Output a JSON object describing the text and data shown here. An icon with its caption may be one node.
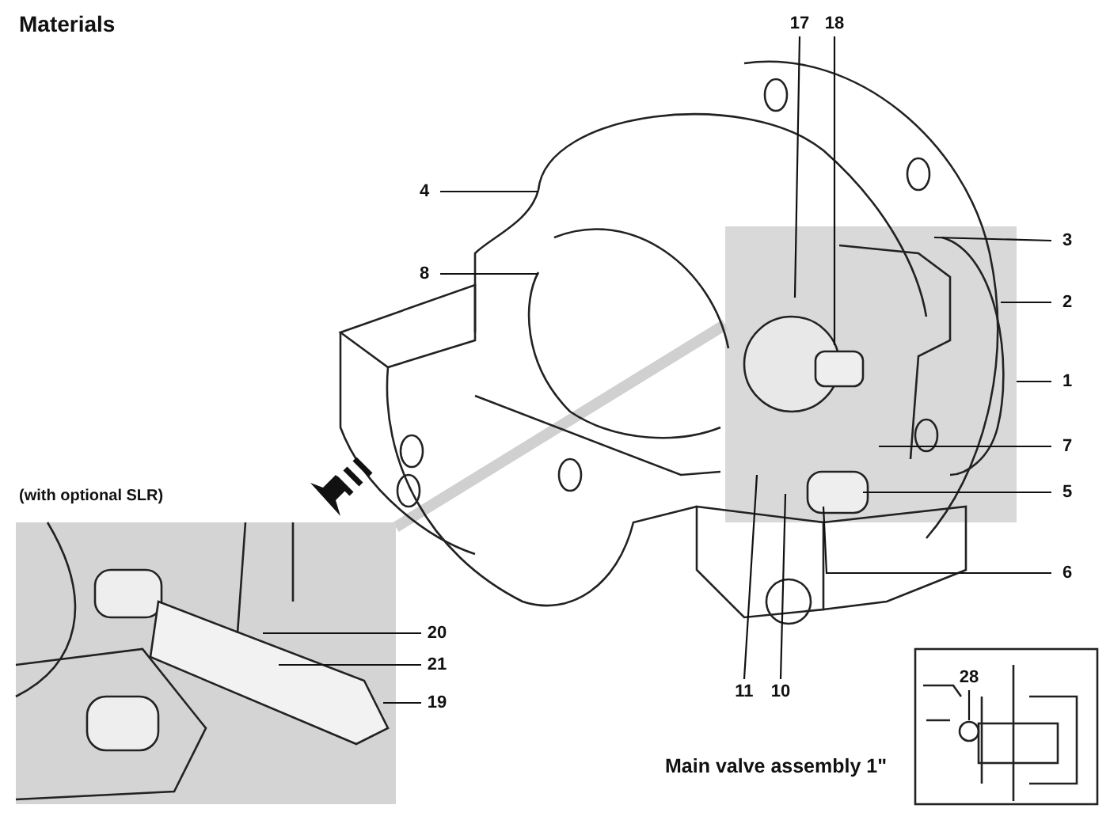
{
  "diagram": {
    "title": "Materials",
    "nodes": [
      {
        "text": [
          "17"
        ]
      },
      {
        "text": [
          "18"
        ]
      },
      {
        "text": [
          "4"
        ]
      },
      {
        "text": [
          "8"
        ]
      },
      {
        "text": [
          "3"
        ]
      },
      {
        "text": [
          "2"
        ]
      },
      {
        "text": [
          "1"
        ]
      },
      {
        "text": [
          "7"
        ]
      },
      {
        "text": [
          "5"
        ]
      },
      {
        "text": [
          "6"
        ]
      },
      {
        "text": [
          "11"
        ]
      },
      {
        "text": [
          "10"
        ]
      },
      {
        "text": [
          "20"
        ]
      },
      {
        "text": [
          "21"
        ]
      },
      {
        "text": [
          "19"
        ]
      },
      {
        "text": [
          "28"
        ]
      }
    ],
    "edges": [
      {
        "from": 0,
        "to": null,
        "arrow": "none"
      },
      {
        "from": 1,
        "to": null,
        "arrow": "none"
      },
      {
        "from": 2,
        "to": null,
        "arrow": "none"
      },
      {
        "from": 3,
        "to": null,
        "arrow": "none"
      },
      {
        "from": 4,
        "to": null,
        "arrow": "none"
      },
      {
        "from": 5,
        "to": null,
        "arrow": "none"
      },
      {
        "from": 6,
        "to": null,
        "arrow": "none"
      },
      {
        "from": 7,
        "to": null,
        "arrow": "none"
      },
      {
        "from": 8,
        "to": null,
        "arrow": "none"
      },
      {
        "from": 9,
        "to": null,
        "arrow": "none"
      },
      {
        "from": 10,
        "to": null,
        "arrow": "none"
      },
      {
        "from": 11,
        "to": null,
        "arrow": "none"
      },
      {
        "from": 12,
        "to": null,
        "arrow": "none"
      },
      {
        "from": 13,
        "to": null,
        "arrow": "none"
      },
      {
        "from": 14,
        "to": null,
        "arrow": "none"
      },
      {
        "from": 15,
        "to": null,
        "arrow": "none"
      }
    ],
    "labels": [
      "(with optional SLR)",
      "Main valve assembly 1\""
    ]
  }
}
